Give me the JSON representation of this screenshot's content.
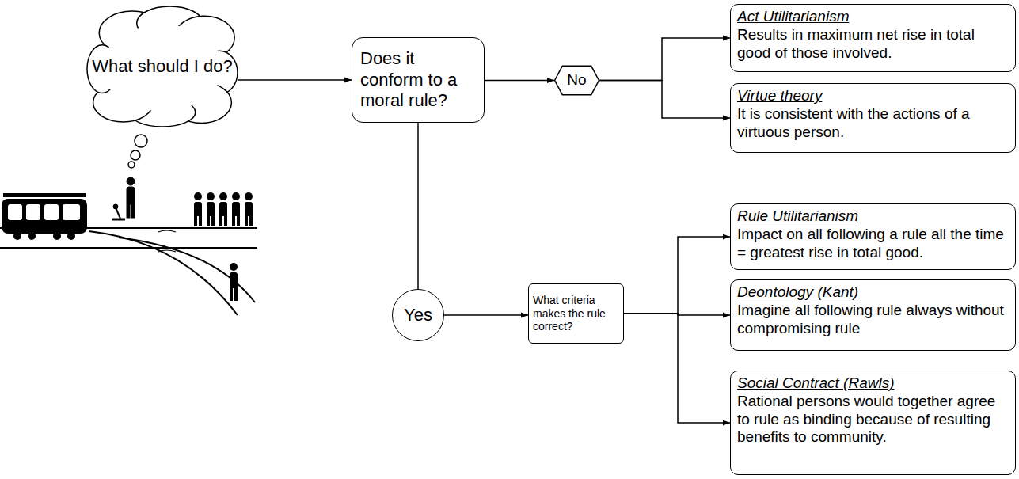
{
  "diagram": {
    "nodes": [
      {
        "text": [
          "What should I do?"
        ]
      },
      {
        "text": [
          "Does it conform to a moral rule?"
        ]
      },
      {
        "text": [
          "No"
        ]
      },
      {
        "text": [
          "Act Utilitarianism",
          "Results in maximum net rise in total good of those involved."
        ]
      },
      {
        "text": [
          "Virtue theory",
          "It is consistent with the actions of a virtuous person."
        ]
      },
      {
        "text": [
          "Yes"
        ]
      },
      {
        "text": [
          "What criteria makes the rule correct?"
        ]
      },
      {
        "text": [
          "Rule Utilitarianism",
          "Impact on all following a rule all the time = greatest rise in total good."
        ]
      },
      {
        "text": [
          "Deontology (Kant)",
          "Imagine all following rule always without compromising rule"
        ]
      },
      {
        "text": [
          "Social Contract (Rawls)",
          "Rational persons would together agree to rule as binding because of resulting benefits to community."
        ]
      }
    ],
    "edges": [
      {
        "from": 0,
        "to": 1,
        "arrow": "to"
      },
      {
        "from": 1,
        "to": 2,
        "arrow": "to"
      },
      {
        "from": 2,
        "to": 3,
        "arrow": "to"
      },
      {
        "from": 2,
        "to": 4,
        "arrow": "to"
      },
      {
        "from": 1,
        "to": 5,
        "arrow": "none"
      },
      {
        "from": 5,
        "to": 6,
        "arrow": "to"
      },
      {
        "from": 6,
        "to": 7,
        "arrow": "to"
      },
      {
        "from": 6,
        "to": 8,
        "arrow": "to"
      },
      {
        "from": 6,
        "to": 9,
        "arrow": "to"
      }
    ]
  }
}
